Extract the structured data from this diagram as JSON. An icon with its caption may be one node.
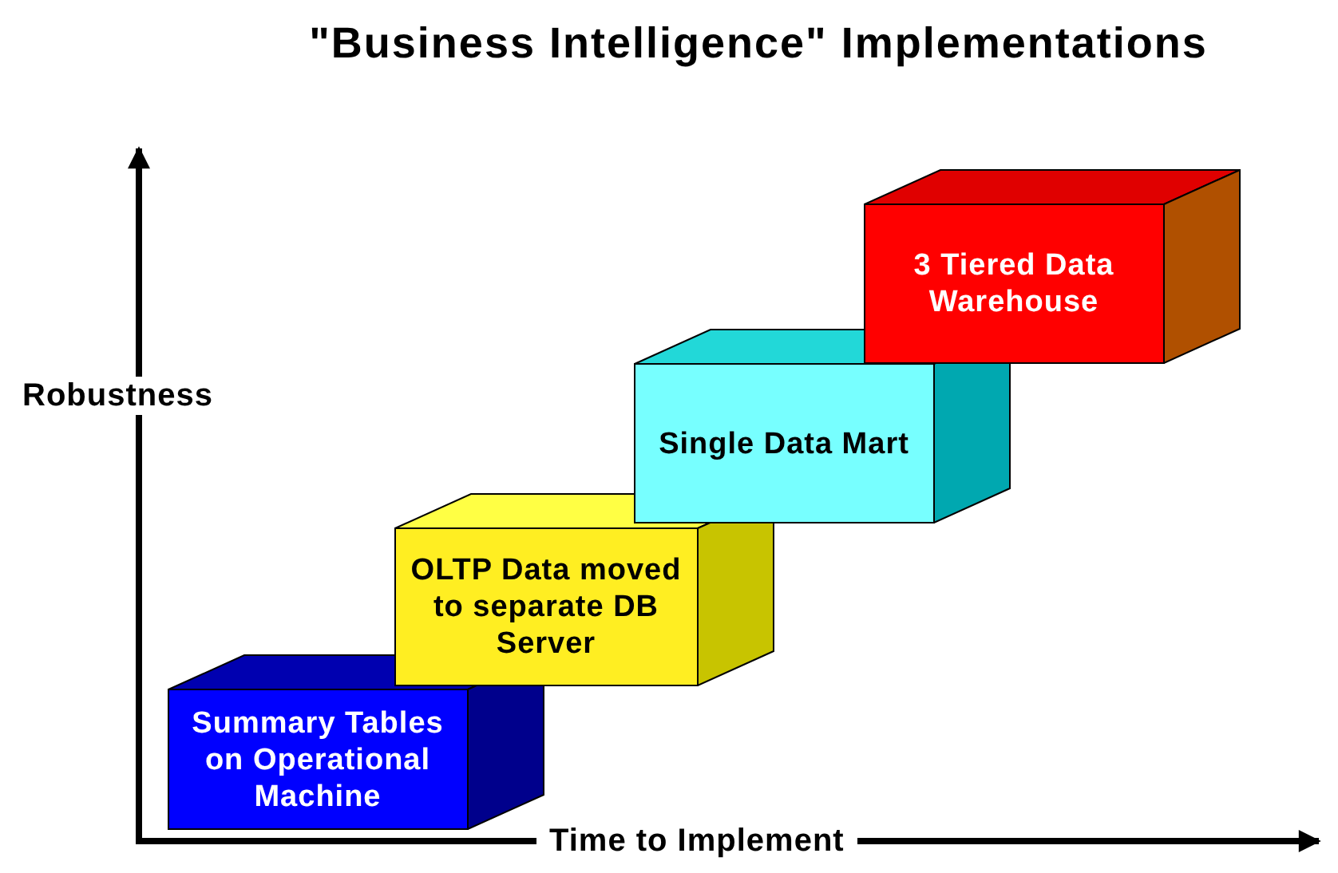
{
  "diagram": {
    "title": "\"Business Intelligence\" Implementations",
    "nodes": [
      {
        "text": [
          "Summary Tables on Operational Machine"
        ]
      },
      {
        "text": [
          "OLTP Data moved to separate DB Server"
        ]
      },
      {
        "text": [
          "Single Data Mart"
        ]
      },
      {
        "text": [
          "3 Tiered Data Warehouse"
        ]
      }
    ],
    "labels": [
      "Robustness",
      "Time to Implement"
    ]
  }
}
